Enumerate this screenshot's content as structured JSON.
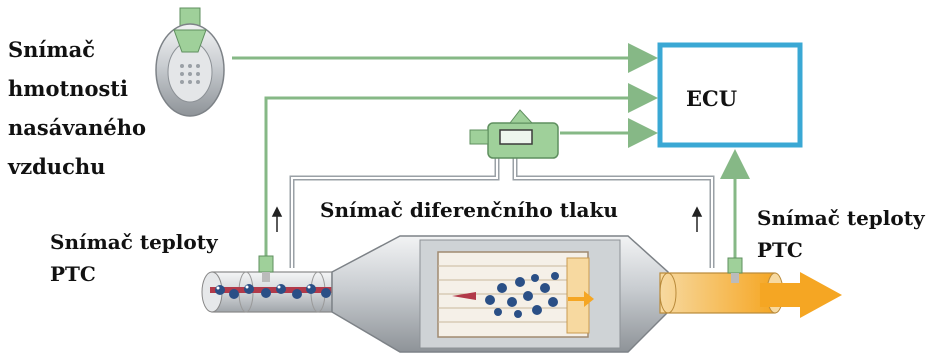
{
  "labels": {
    "maf_sensor": [
      "Snímač",
      "hmotnosti",
      "nasávaného",
      "vzduchu"
    ],
    "ecu": "ECU",
    "differential_pressure_sensor": "Snímač diferenčního tlaku",
    "temp_sensor_left": [
      "Snímač teploty",
      "PTC"
    ],
    "temp_sensor_right": [
      "Snímač teploty",
      "PTC"
    ]
  },
  "colors": {
    "signal_line": "#86b886",
    "ecu_border": "#3aa8d4",
    "exhaust_arrow": "#f5a623",
    "particle": "#2a4f86",
    "housing": "#c8ccd0"
  }
}
